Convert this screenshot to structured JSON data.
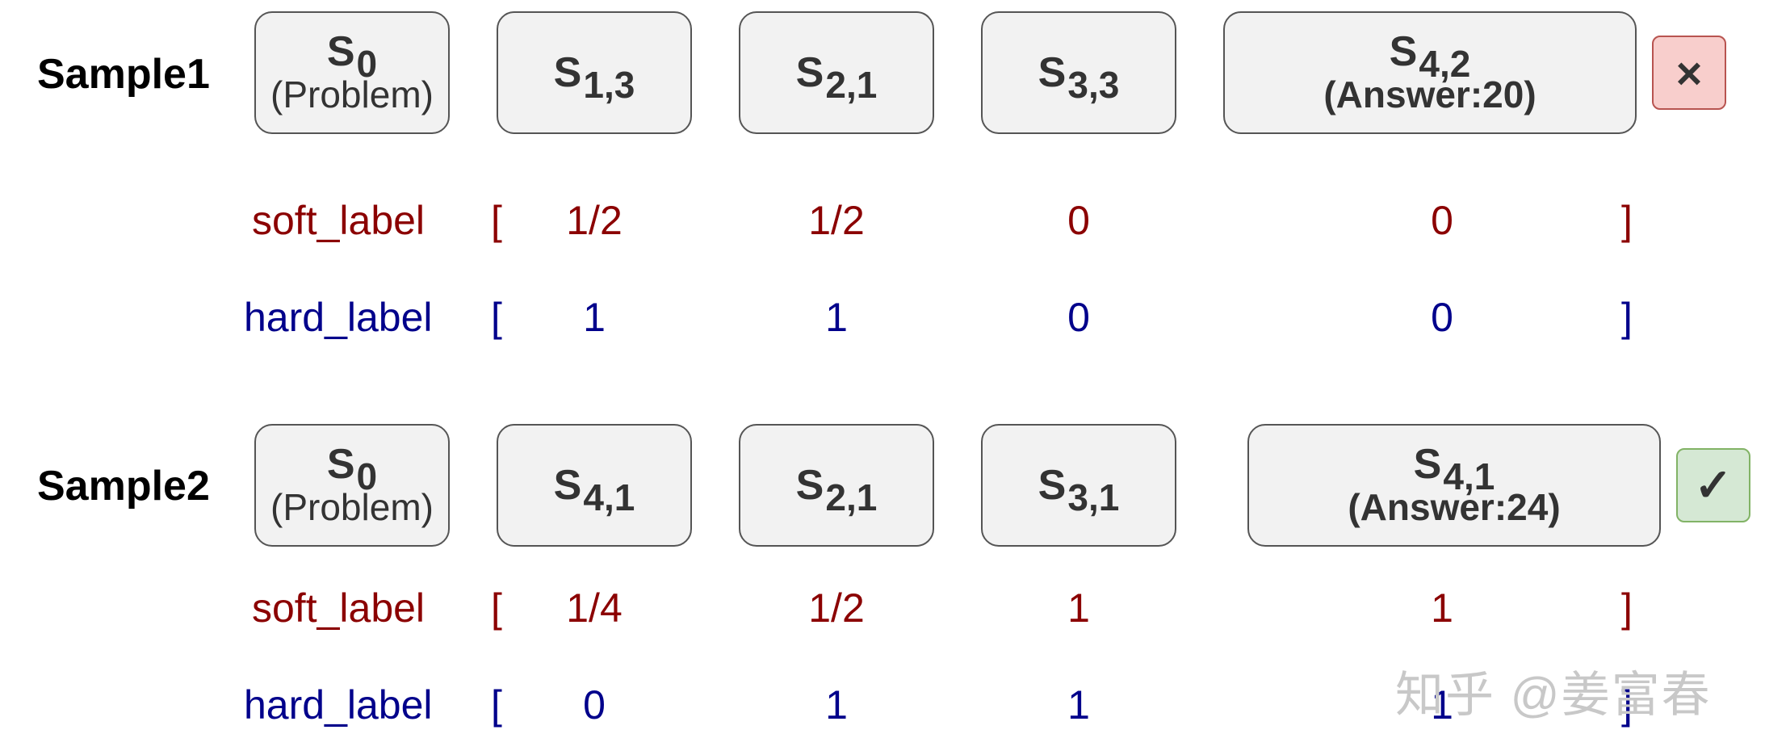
{
  "samples": [
    {
      "name": "Sample1",
      "steps": [
        {
          "symbol": "S",
          "sub": "0",
          "note": "(Problem)"
        },
        {
          "symbol": "S",
          "sub": "1,3",
          "note": ""
        },
        {
          "symbol": "S",
          "sub": "2,1",
          "note": ""
        },
        {
          "symbol": "S",
          "sub": "3,3",
          "note": ""
        },
        {
          "symbol": "S",
          "sub": "4,2",
          "note": "(Answer:20)"
        }
      ],
      "soft_label": {
        "name": "soft_label",
        "open": "[",
        "close": "]",
        "values": [
          "1/2",
          "1/2",
          "0",
          "0"
        ]
      },
      "hard_label": {
        "name": "hard_label",
        "open": "[",
        "close": "]",
        "values": [
          "1",
          "1",
          "0",
          "0"
        ]
      },
      "verdict": {
        "symbol": "×",
        "status": "wrong",
        "icon": "cross-icon",
        "color": "#f8cecc"
      }
    },
    {
      "name": "Sample2",
      "steps": [
        {
          "symbol": "S",
          "sub": "0",
          "note": "(Problem)"
        },
        {
          "symbol": "S",
          "sub": "4,1",
          "note": ""
        },
        {
          "symbol": "S",
          "sub": "2,1",
          "note": ""
        },
        {
          "symbol": "S",
          "sub": "3,1",
          "note": ""
        },
        {
          "symbol": "S",
          "sub": "4,1",
          "note": "(Answer:24)"
        }
      ],
      "soft_label": {
        "name": "soft_label",
        "open": "[",
        "close": "]",
        "values": [
          "1/4",
          "1/2",
          "1",
          "1"
        ]
      },
      "hard_label": {
        "name": "hard_label",
        "open": "[",
        "close": "]",
        "values": [
          "0",
          "1",
          "1",
          "1"
        ]
      },
      "verdict": {
        "symbol": "✓",
        "status": "correct",
        "icon": "check-icon",
        "color": "#d5e8d4"
      }
    }
  ],
  "watermark": "知乎 @姜富春"
}
